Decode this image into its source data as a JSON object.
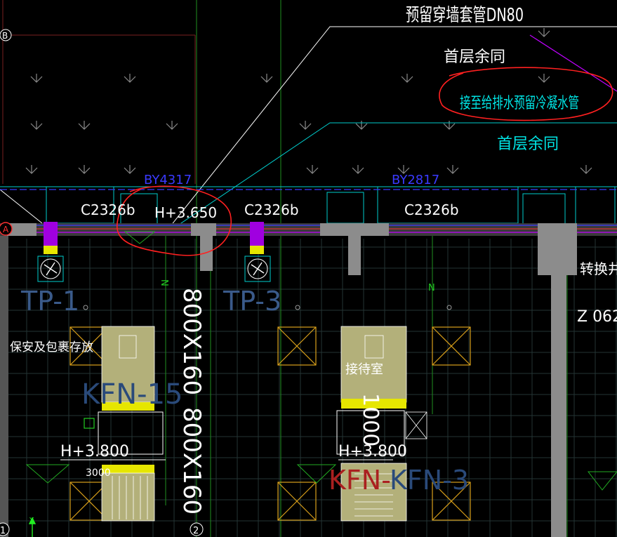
{
  "annotations": {
    "sleeve": "预留穿墙套管DN80",
    "same_first_floor_1": "首层余同",
    "connect_note": "接至给排水预留冷凝水管",
    "same_first_floor_2": "首层余同",
    "beam_1": "BY4317",
    "beam_2": "BY2817",
    "unit_1": "C2326b",
    "elevation_1": "H+3.650",
    "unit_2": "C2326b",
    "unit_3": "C2326b",
    "transfer_well": "转换井",
    "partial_code": "Z 062",
    "tp1": "TP-1",
    "tp3": "TP-3",
    "room_security": "保安及包裹存放",
    "room_reception": "接待室",
    "duct_1": "800X160",
    "duct_2": "800X160",
    "duct_3": "1000",
    "kfn15": "KFN-15",
    "kfn3": "KFN-3",
    "kfn3_echo": "KFN-",
    "elevation_2": "H+3.800",
    "elevation_3": "H+3.800",
    "dim_3000": "3000",
    "axis_a": "A",
    "axis_b": "B",
    "axis_1": "1",
    "axis_2": "2",
    "axis_y": "Y",
    "axis_n1": "N",
    "axis_n2": "N"
  },
  "colors": {
    "background": "#000000",
    "annotation_white": "#ffffff",
    "annotation_cyan": "#00e5e5",
    "beam_blue": "#3a3aff",
    "pipe_magenta": "#c000ff",
    "column_gray": "#8c8c8c",
    "equipment_fill": "#b3b07a",
    "equipment_yellow": "#e6e600",
    "hatch_orange": "#d9a01a",
    "grid_dim": "#2c3e3e",
    "highlight_red": "#ff2020",
    "axis_red": "#ff3030",
    "arrow_gray": "#9a9a9a",
    "dim_green": "#22d022",
    "axis_green": "#22ee22"
  }
}
